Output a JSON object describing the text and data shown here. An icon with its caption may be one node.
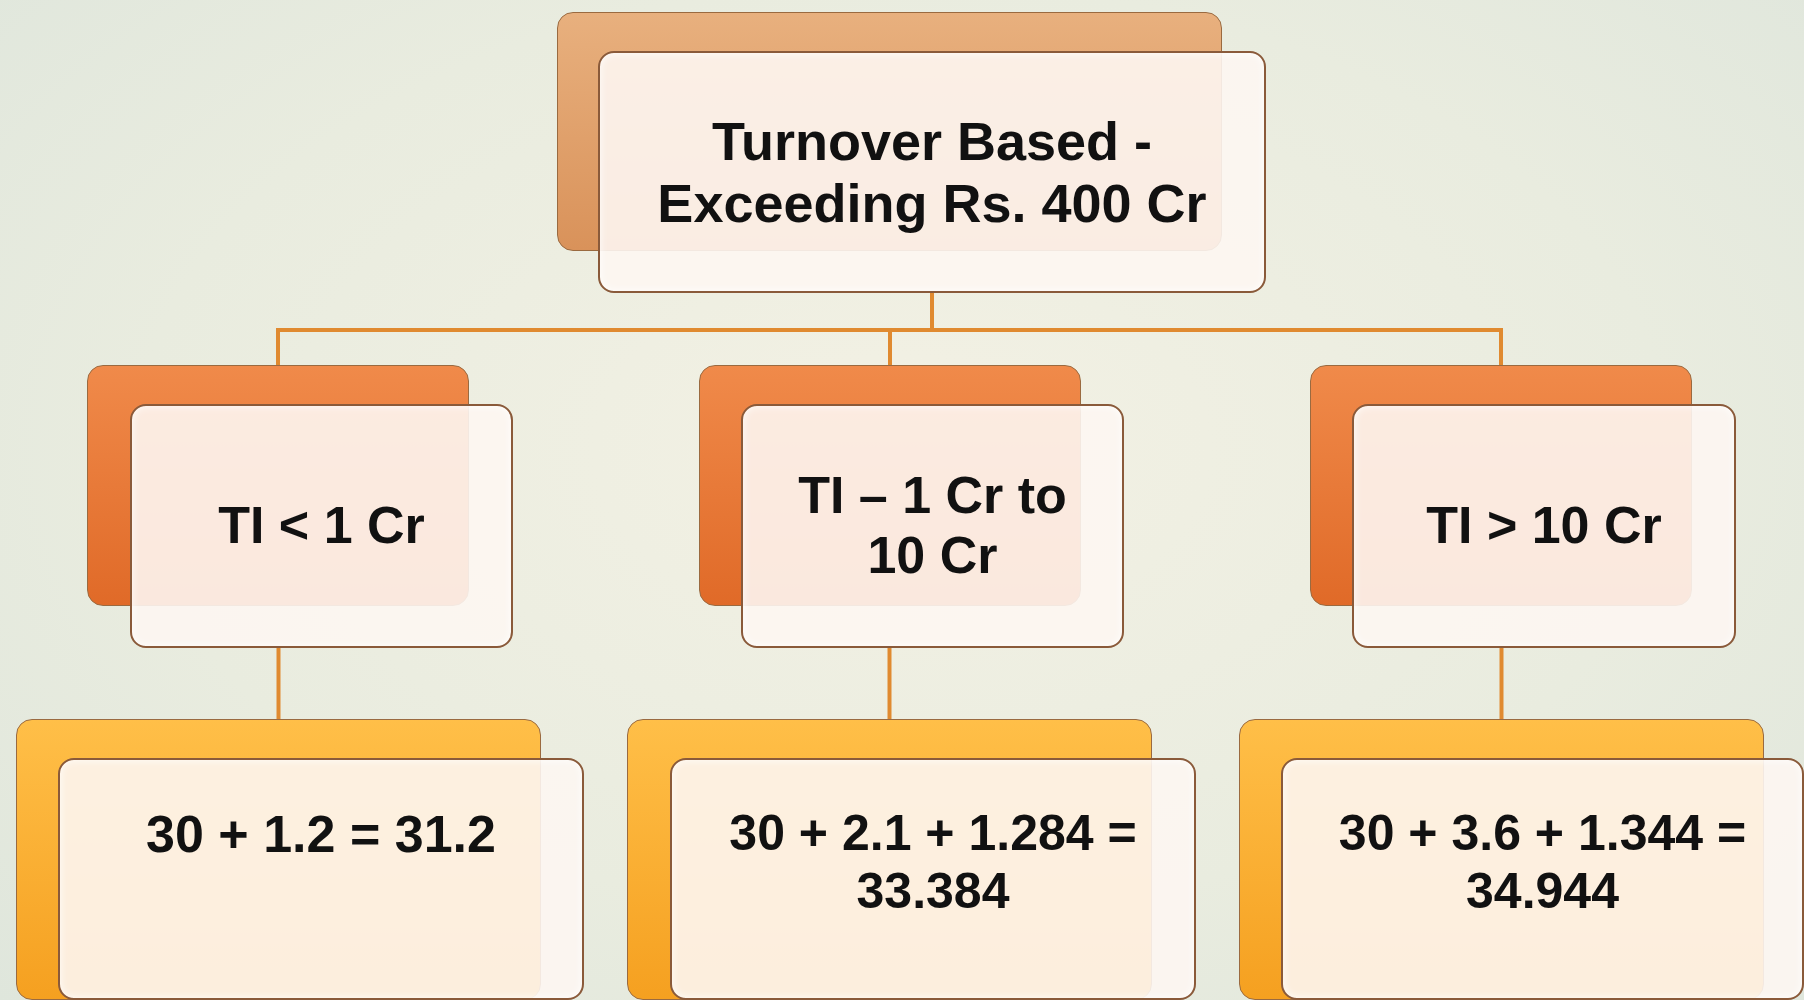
{
  "diagram": {
    "nodes": [
      {
        "text": [
          "Turnover Based - Exceeding Rs. 400 Cr"
        ]
      },
      {
        "text": [
          "TI < 1 Cr"
        ]
      },
      {
        "text": [
          "TI – 1 Cr to 10 Cr"
        ]
      },
      {
        "text": [
          "TI > 10 Cr"
        ]
      },
      {
        "text": [
          "30 + 1.2 = 31.2"
        ]
      },
      {
        "text": [
          "30 + 2.1 + 1.284 = 33.384"
        ]
      },
      {
        "text": [
          "30 + 3.6 + 1.344 = 34.944"
        ]
      }
    ],
    "edges": [
      {
        "from": 0,
        "to": 1,
        "arrow": "none"
      },
      {
        "from": 0,
        "to": 2,
        "arrow": "none"
      },
      {
        "from": 0,
        "to": 3,
        "arrow": "none"
      },
      {
        "from": 1,
        "to": 4,
        "arrow": "none"
      },
      {
        "from": 2,
        "to": 5,
        "arrow": "none"
      },
      {
        "from": 3,
        "to": 6,
        "arrow": "none"
      }
    ]
  }
}
